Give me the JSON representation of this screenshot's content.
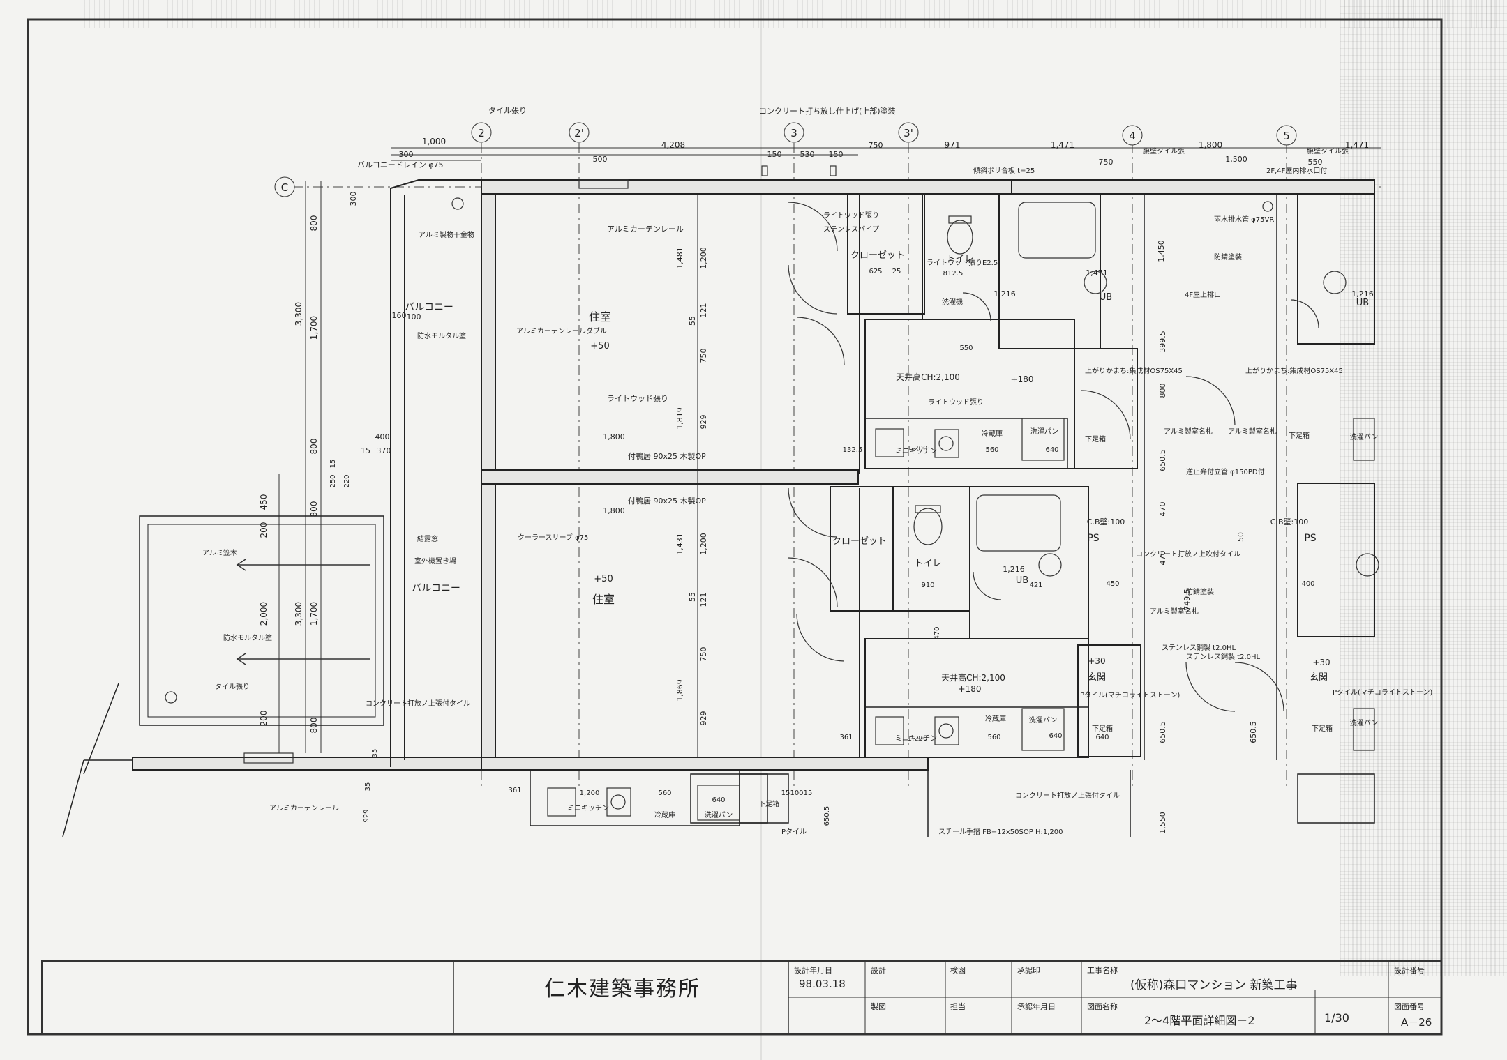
{
  "grid": [
    "2",
    "2'",
    "3",
    "3'",
    "4",
    "5",
    "C"
  ],
  "dims_top": [
    "1,000",
    "4,208",
    "971",
    "1,471",
    "1,800",
    "1,471",
    "300",
    "500",
    "150",
    "530",
    "150",
    "750",
    "750",
    "1,500",
    "550"
  ],
  "dims_left": [
    "800",
    "3,300",
    "1,700",
    "800",
    "450",
    "200",
    "800",
    "3,300",
    "1,700",
    "2,000",
    "200",
    "800",
    "300",
    "160",
    "100",
    "400",
    "15",
    "370",
    "15",
    "250",
    "220",
    "35",
    "35",
    "929"
  ],
  "dims_interior": [
    "1,481",
    "1,200",
    "55",
    "121",
    "750",
    "929",
    "1,819",
    "1,800",
    "1,800",
    "1,431",
    "1,200",
    "55",
    "121",
    "750",
    "929",
    "1,869",
    "1,471",
    "1,450",
    "399.5",
    "800",
    "650.5",
    "470",
    "470",
    "50",
    "749.5",
    "650.5",
    "650.5",
    "1,550",
    "1,216",
    "1,216",
    "1,216",
    "625",
    "25",
    "812.5",
    "550",
    "132.5",
    "1,200",
    "560",
    "640",
    "910",
    "421",
    "450",
    "400",
    "361",
    "1,200",
    "560",
    "640",
    "640",
    "470",
    "1,200",
    "560",
    "640",
    "361",
    "650.5",
    "15",
    "100",
    "15"
  ],
  "labels": {
    "tile": "タイル張り",
    "concrete_note": "コンクリート打ち放し仕上げ(上部)塗装",
    "balcony_drain": "バルコニードレイン φ75",
    "alu_rail": "アルミカーテンレール",
    "alu_handrail": "アルミ製物干金物",
    "balcony": "バルコニー",
    "waterproof": "防水モルタル塗",
    "alu_double": "アルミカーテンレールダブル",
    "living": "住室",
    "plus50": "+50",
    "lightwood": "ライトウッド張り",
    "frame1": "付鴨居 90x25 木製OP",
    "frame2": "付鴨居 90x25 木製OP",
    "cooler": "クーラースリーブ φ75",
    "eave": "結露窓",
    "outdoor": "室外機置き場",
    "alu_screen": "アルミ笠木",
    "waterproof2": "防水モルタル塗",
    "tile2": "タイル張り",
    "conc_tile": "コンクリート打放ノ上張付タイル",
    "closet": "クローゼット",
    "stainless_pipe": "ステンレスパイプ",
    "toilet": "トイレ",
    "lightwood_toilet": "ライトウッド張りE2.5",
    "wash": "洗濯機",
    "ceiling": "天井高CH:2,100",
    "plus180": "+180",
    "mini_kitchen": "ミニキッチン",
    "fridge": "冷蔵庫",
    "washpan": "洗濯パン",
    "ub": "UB",
    "poly": "傾斜ポリ合板 t=25",
    "curve_tile": "腰壁タイル張",
    "fourf": "4F屋上排口",
    "sill": "上がりかまち:集成材OS75X45",
    "alu_fence": "アルミ製室名札",
    "drain_valve": "逆止弁付立管 φ150PD付",
    "shoe": "下足箱",
    "cb": "C.B壁:100",
    "ps": "PS",
    "conc_up": "コンクリート打放ノ上吹付タイル",
    "anti": "防錆塗装",
    "steel": "ステンレス鋼製 t2.0HL",
    "plus30": "+30",
    "entrance": "玄関",
    "ptile": "Pタイル(マチコライトストーン)",
    "rain_vr": "雨水排水管 φ75VR",
    "handrail": "スチール手摺 FB=12x50SOP H:1,200",
    "ptile2": "Pタイル",
    "twof": "2F,4F屋内排水口付"
  },
  "title_block": {
    "office": "仁木建築事務所",
    "design_date_label": "設計年月日",
    "design_date": "98.03.18",
    "design_label": "設計",
    "check_label": "検図",
    "approve_label": "承認印",
    "draw_label": "製図",
    "drawn_label": "担当",
    "approve_date_label": "承認年月日",
    "project_label": "工事名称",
    "project": "(仮称)森口マンション 新築工事",
    "drawing_name_label": "図面名称",
    "drawing_name": "2～4階平面詳細図－2",
    "scale": "1/30",
    "sheet_label": "設計番号",
    "drawing_no_label": "図面番号",
    "drawing_no": "A－26"
  }
}
